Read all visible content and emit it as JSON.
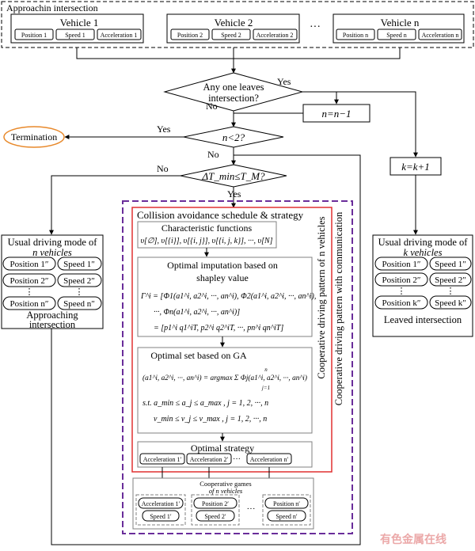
{
  "header": {
    "label": "Approachin intersection"
  },
  "vehicles": [
    {
      "title": "Vehicle 1",
      "position": "Position 1",
      "speed": "Speed 1",
      "accel": "Acceleration 1"
    },
    {
      "title": "Vehicle 2",
      "position": "Position 2",
      "speed": "Speed 2",
      "accel": "Acceleration 2"
    },
    {
      "title": "Vehicle n",
      "position": "Position n",
      "speed": "Speed n",
      "accel": "Acceleration n"
    }
  ],
  "ellipsis": "···",
  "decisions": {
    "leaves": [
      "Any one leaves",
      "intersection?"
    ],
    "n_lt_2": "n<2?",
    "dt": "ΔT_min≤T_M?",
    "yes": "Yes",
    "no": "No"
  },
  "boxes": {
    "n_minus_1": "n=n−1",
    "k_plus_1": "k=k+1",
    "termination": "Termination"
  },
  "left_panel": {
    "title": [
      "Usual driving mode of",
      "n vehicles"
    ],
    "positions": [
      "Position 1″",
      "Position 2″",
      "Position n″"
    ],
    "speeds": [
      "Speed 1″",
      "Speed 2″",
      "Speed n″"
    ],
    "vdots": "⋮",
    "footer": [
      "Approaching",
      "intersection"
    ]
  },
  "right_panel": {
    "title": [
      "Usual driving mode of",
      "k vehicles"
    ],
    "positions": [
      "Position 1″",
      "Position 2″",
      "Position k″"
    ],
    "speeds": [
      "Speed 1″",
      "Speed 2″",
      "Speed k″"
    ],
    "vdots": "⋮",
    "footer": "Leaved intersection"
  },
  "center": {
    "title": "Collision avoidance schedule & strategy",
    "char_fn": {
      "title": "Characteristic functions",
      "formula": "υ[∅], υ[{i}], υ[{i, j}], υ[{i, j, k}], ···, υ[N]"
    },
    "imputation": {
      "title": [
        "Optimal imputation based on",
        "shapley value"
      ],
      "lines": [
        "Γ^i = [Φ1(a1^i, a2^i, ···, an^i), Φ2(a1^i, a2^i, ···, an^i),",
        "···, Φn(a1^i, a2^i, ···, an^i)]",
        "= [p1^i q1^iT, p2^i q2^iT, ···, pn^i qn^iT]"
      ]
    },
    "ga": {
      "title": "Optimal set based on GA",
      "lines": [
        "(a1^i, a2^i, ···, an^i) = argmax Σ Φj(a1^i, a2^i, ···, an^i)",
        "s.t. a_min ≤ a_j ≤ a_max , j = 1, 2, ···, n",
        "v_min ≤ v_j ≤ v_max , j = 1, 2, ···, n"
      ],
      "sum_top": "n",
      "sum_bottom": "j=1"
    },
    "strategy": {
      "title": "Optimal strategy",
      "accels": [
        "Acceleration 1′",
        "Acceleration 2′",
        "Acceleration n′"
      ]
    },
    "coop_games": {
      "title": [
        "Cooperative games",
        "of n vehicles"
      ],
      "cards": [
        {
          "a": "Acceleration 1′",
          "b": "Speed 1′"
        },
        {
          "a": "Position 2′",
          "b": "Speed 2′"
        },
        {
          "a": "Position n′",
          "b": "Speed n′"
        }
      ]
    },
    "vertical_labels": [
      "Cooperative driving pattern of n vehicles",
      "Cooperative driving pattern with communication"
    ]
  },
  "watermark": "有色金属在线",
  "colors": {
    "red": "#e03030",
    "purple": "#6a2d9a",
    "orange": "#e8892b",
    "grey": "#808080"
  }
}
